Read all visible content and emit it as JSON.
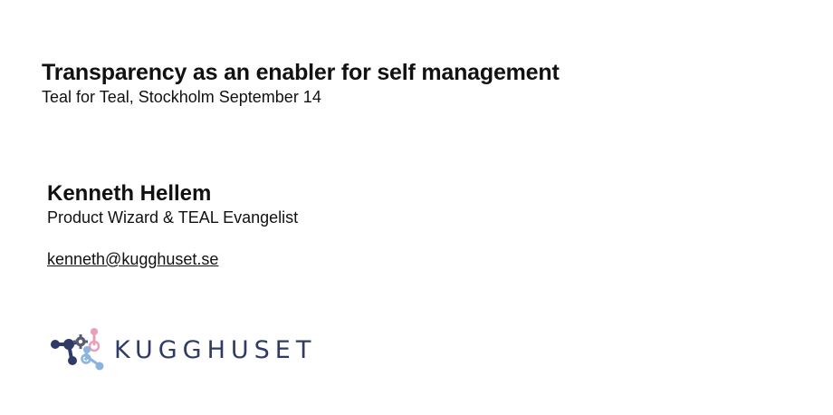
{
  "slide": {
    "title": "Transparency as an enabler for self management",
    "subtitle": "Teal for Teal, Stockholm September 14"
  },
  "presenter": {
    "name": "Kenneth Hellem",
    "role": "Product Wizard & TEAL Evangelist",
    "email": "kenneth@kugghuset.se"
  },
  "logo": {
    "text": "KUGGHUSET",
    "colors": {
      "text": "#2f3a66",
      "navy": "#2f3a66",
      "pink": "#e8a0b8",
      "light_blue": "#8ab4dc",
      "gear": "#555b74"
    }
  }
}
